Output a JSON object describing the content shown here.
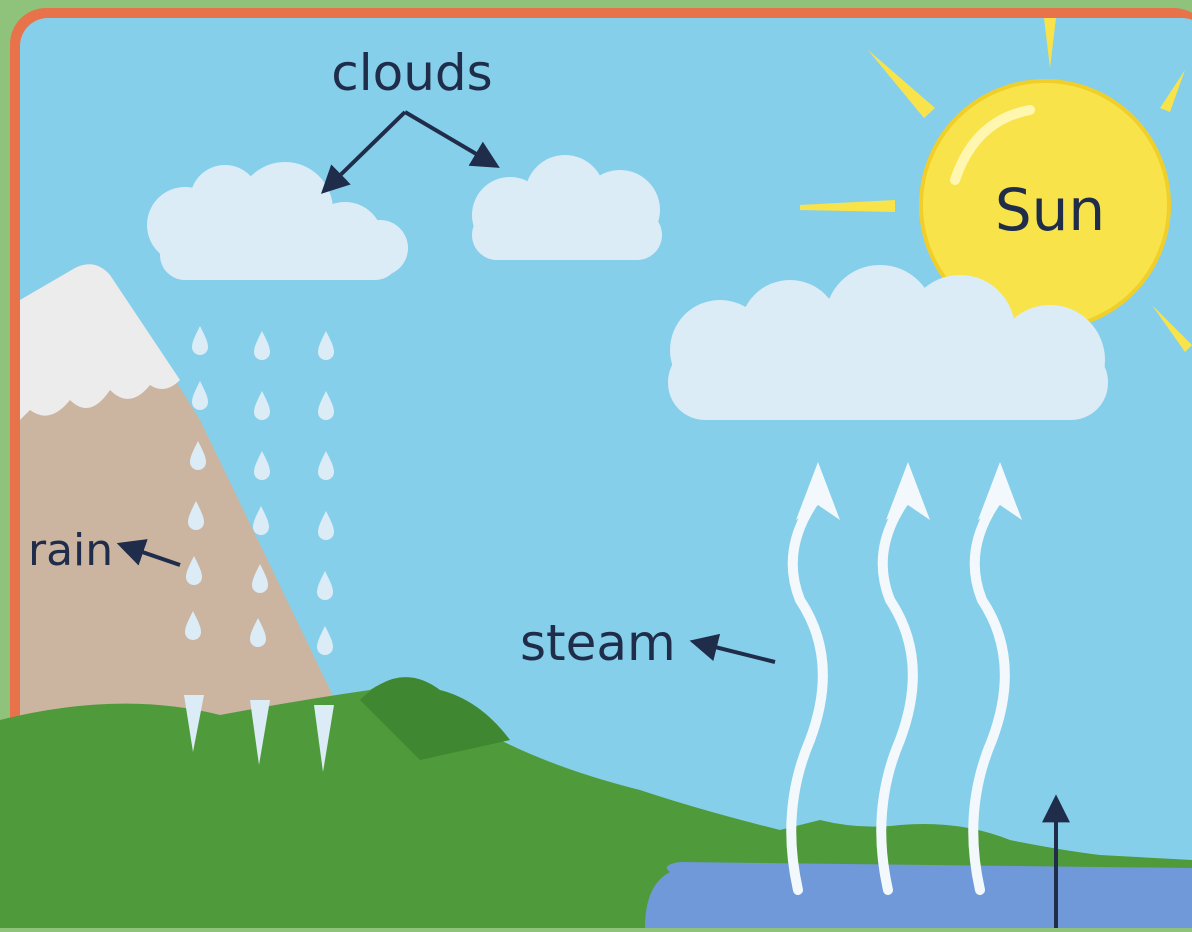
{
  "diagram": {
    "labels": {
      "clouds": "clouds",
      "sun": "Sun",
      "rain": "rain",
      "steam": "steam"
    },
    "colors": {
      "sky": "#86cfea",
      "frame": "#e8734a",
      "sun": "#f8e44a",
      "cloud": "#dcecf6",
      "mountain": "#cbb4a0",
      "snow": "#ececec",
      "grass": "#4f9a3a",
      "water": "#6f99d8",
      "arrow": "#1f2d4a"
    },
    "icons": [
      "sun-icon",
      "cloud-icon",
      "raindrop-icon",
      "steam-arrow-icon",
      "mountain-icon"
    ]
  }
}
